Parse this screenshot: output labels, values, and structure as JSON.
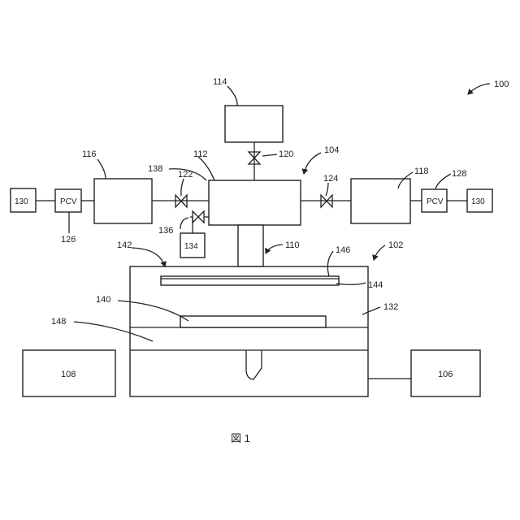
{
  "figure": {
    "caption": "図 1",
    "colors": {
      "line": "#222222",
      "background": "#ffffff"
    }
  },
  "labels": {
    "r100": "100",
    "r102": "102",
    "r104": "104",
    "r106": "106",
    "r108": "108",
    "r110": "110",
    "r112": "112",
    "r114": "114",
    "r116": "116",
    "r118": "118",
    "r120": "120",
    "r122": "122",
    "r124": "124",
    "r126": "126",
    "r128": "128",
    "r130a": "130",
    "r130b": "130",
    "r132": "132",
    "r134": "134",
    "r136": "136",
    "r138": "138",
    "r140": "140",
    "r142": "142",
    "r144": "144",
    "r146": "146",
    "r148": "148",
    "pcv_left": "PCV",
    "pcv_right": "PCV"
  }
}
